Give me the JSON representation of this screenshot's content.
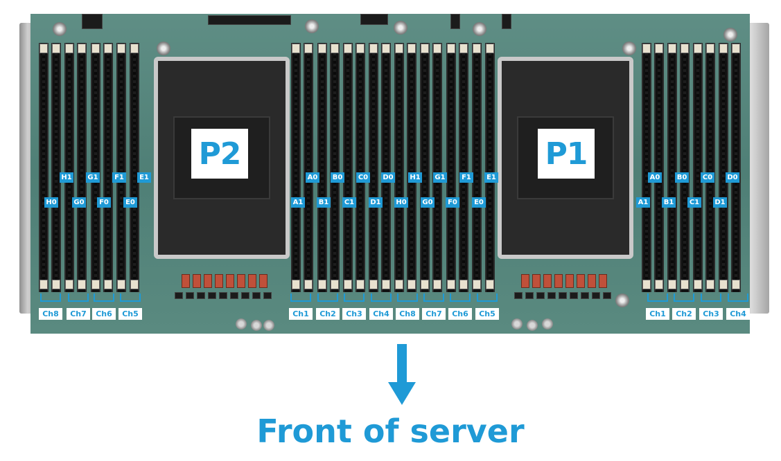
{
  "processors": [
    {
      "id": "p2",
      "label": "P2"
    },
    {
      "id": "p1",
      "label": "P1"
    }
  ],
  "dimm_labels": [
    "H1",
    "G1",
    "F1",
    "E1",
    "H0",
    "G0",
    "F0",
    "E0",
    "A0",
    "B0",
    "C0",
    "D0",
    "H1",
    "G1",
    "F1",
    "E1",
    "A1",
    "B1",
    "C1",
    "D1",
    "H0",
    "G0",
    "F0",
    "E0",
    "A0",
    "B0",
    "C0",
    "D0",
    "A1",
    "B1",
    "C1",
    "D1"
  ],
  "channel_labels": [
    "Ch8",
    "Ch7",
    "Ch6",
    "Ch5",
    "Ch1",
    "Ch2",
    "Ch3",
    "Ch4",
    "Ch8",
    "Ch7",
    "Ch6",
    "Ch5",
    "Ch1",
    "Ch2",
    "Ch3",
    "Ch4"
  ],
  "caption": "Front of server",
  "colors": {
    "accent": "#1f9ad6",
    "board": "#5a8a80"
  },
  "icons": {
    "direction_arrow": "arrow-down-icon"
  }
}
